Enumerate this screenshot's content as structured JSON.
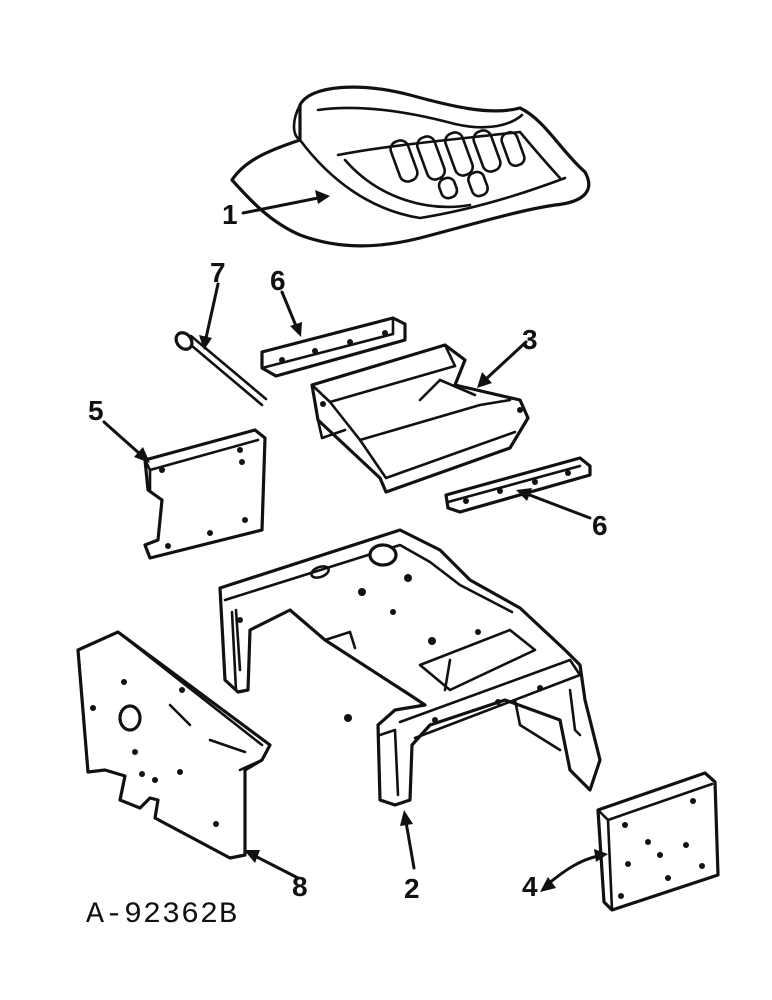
{
  "figure": {
    "code": "A-92362B"
  },
  "callouts": [
    {
      "id": "seat",
      "label": "1"
    },
    {
      "id": "frame",
      "label": "2"
    },
    {
      "id": "seat-support",
      "label": "3"
    },
    {
      "id": "rear-plate",
      "label": "4"
    },
    {
      "id": "side-bracket",
      "label": "5"
    },
    {
      "id": "strap-top",
      "label": "6"
    },
    {
      "id": "strap-bottom",
      "label": "6"
    },
    {
      "id": "bolt",
      "label": "7"
    },
    {
      "id": "side-panel",
      "label": "8"
    }
  ],
  "colors": {
    "line": "#111111",
    "background": "#ffffff"
  }
}
